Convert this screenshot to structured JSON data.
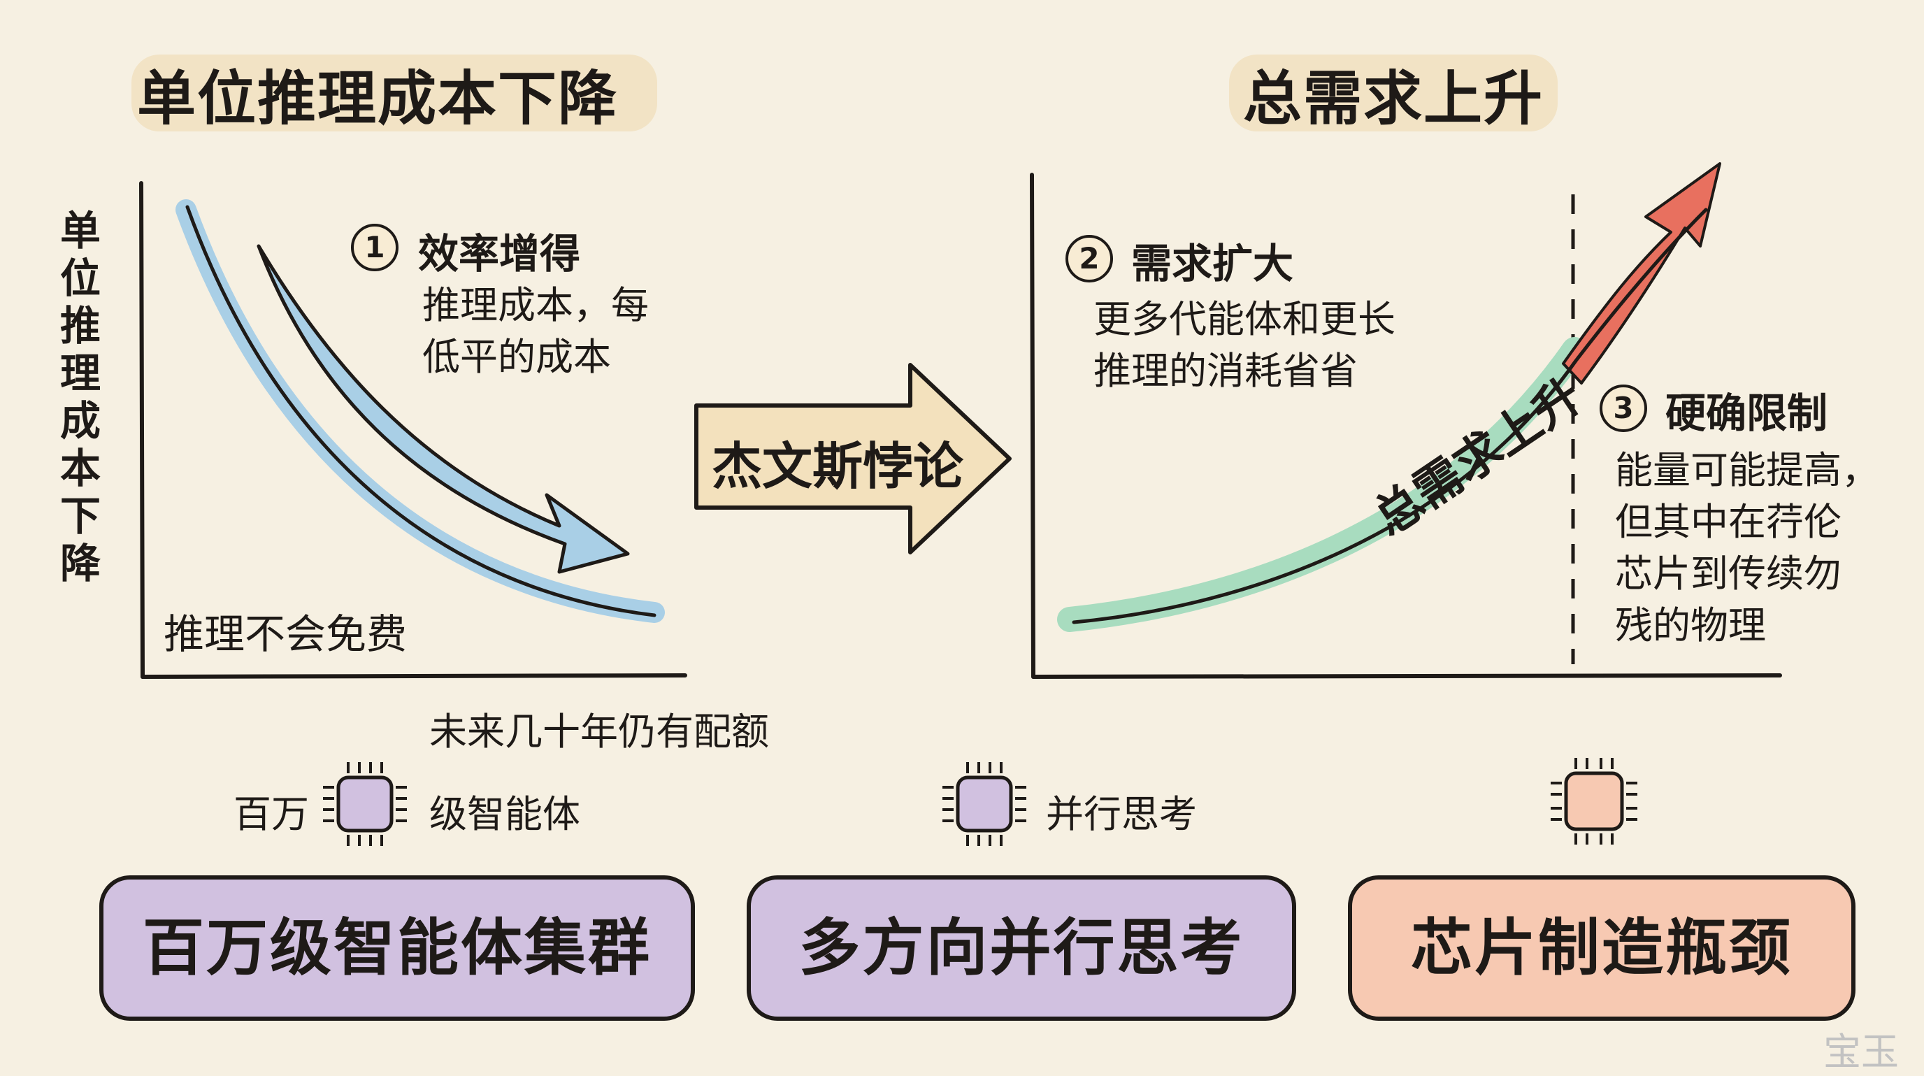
{
  "left_panel": {
    "title": "单位推理成本下降",
    "y_axis_label": "单位推理成本下降",
    "note_number": "1",
    "note_title": "效率增得",
    "note_body": "推理成本，每\n低平的成本",
    "bottom_text": "推理不会免费"
  },
  "center": {
    "arrow_label": "杰文斯悖论"
  },
  "right_panel": {
    "title": "总需求上升",
    "note2_number": "2",
    "note2_title": "需求扩大",
    "note2_body": "更多代能体和更长\n推理的消耗省省",
    "curve_label": "总需求上升",
    "note3_number": "3",
    "note3_title": "硬确限制",
    "note3_body": "能量可能提高，\n但其中在荇伦\n芯片到传续勿\n残的物理"
  },
  "middle_row": {
    "text_future": "未来几十年仍有配额",
    "text_million": "百万",
    "text_agents": "级智能体",
    "text_parallel": "并行思考"
  },
  "bottom_boxes": {
    "box1": "百万级智能体集群",
    "box2": "多方向并行思考",
    "box3": "芯片制造瓶颈"
  },
  "colors": {
    "background": "#f6f0e2",
    "purple": "#d1c1e0",
    "peach": "#f7c9b2",
    "blue_highlight": "#a9cfe6",
    "green_highlight": "#a8dcbf",
    "red_arrow": "#e8705f",
    "arrow_fill": "#f3e1bd"
  },
  "watermark": "宝玉"
}
